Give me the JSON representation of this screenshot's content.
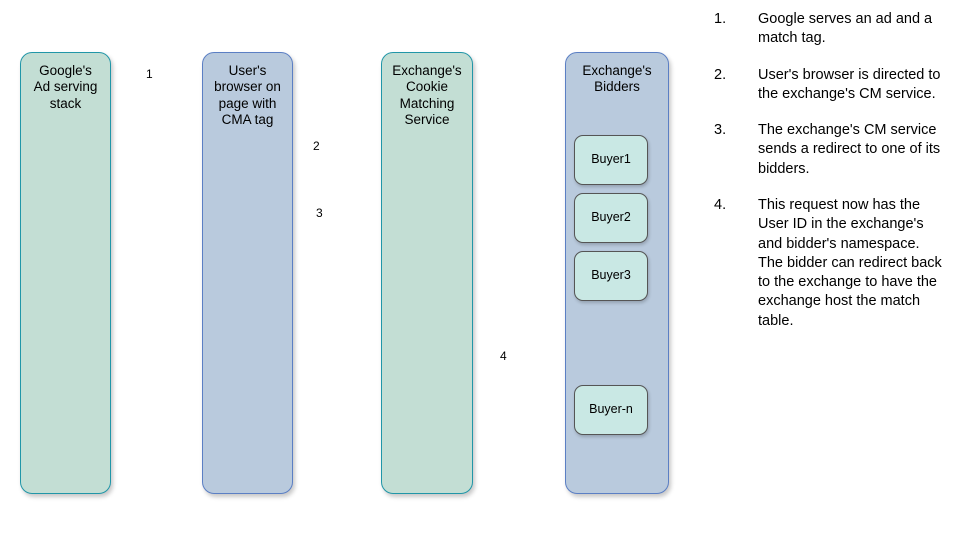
{
  "diagram": {
    "title_visible": false,
    "colors": {
      "green_fill": "#c3ded4",
      "green_stroke": "#2196a8",
      "blue_fill": "#b9cadd",
      "blue_stroke": "#5b7fc4",
      "buyer_fill": "#c9e8e4",
      "buyer_stroke": "#555555",
      "arrow": "#1a8fa0",
      "text": "#000000",
      "background": "#ffffff"
    },
    "boxes": [
      {
        "id": "google",
        "label": "Google's\nAd serving\nstack",
        "style": "green"
      },
      {
        "id": "browser",
        "label": "User's\nbrowser on\npage with\nCMA tag",
        "style": "blue"
      },
      {
        "id": "cms",
        "label": "Exchange's\nCookie\nMatching\nService",
        "style": "green"
      },
      {
        "id": "bidders",
        "label": "Exchange's\nBidders",
        "style": "blue"
      }
    ],
    "buyers": [
      {
        "id": "buyer-1",
        "label": "Buyer1"
      },
      {
        "id": "buyer-2",
        "label": "Buyer2"
      },
      {
        "id": "buyer-3",
        "label": "Buyer3"
      },
      {
        "id": "buyer-n",
        "label": "Buyer-n"
      }
    ],
    "arrows": [
      {
        "id": "arrow-1",
        "label": "1",
        "from": "google",
        "to": "browser",
        "direction": "right"
      },
      {
        "id": "arrow-2",
        "label": "2",
        "from": "browser",
        "to": "cms",
        "direction": "right"
      },
      {
        "id": "arrow-3",
        "label": "3",
        "from": "cms",
        "to": "browser",
        "direction": "left"
      },
      {
        "id": "arrow-4",
        "label": "4",
        "from": "cms",
        "to": "bidders",
        "direction": "right"
      }
    ]
  },
  "notes": {
    "items": [
      {
        "num": "1.",
        "text": "Google serves an ad and a match tag."
      },
      {
        "num": "2.",
        "text": "User's browser is directed to the exchange's CM service."
      },
      {
        "num": "3.",
        "text": "The exchange's CM service sends a redirect to one of its bidders."
      },
      {
        "num": "4.",
        "text": "This request now has the User ID in the exchange's and bidder's namespace. The bidder can redirect back to the exchange to have the exchange host the match table."
      }
    ]
  }
}
